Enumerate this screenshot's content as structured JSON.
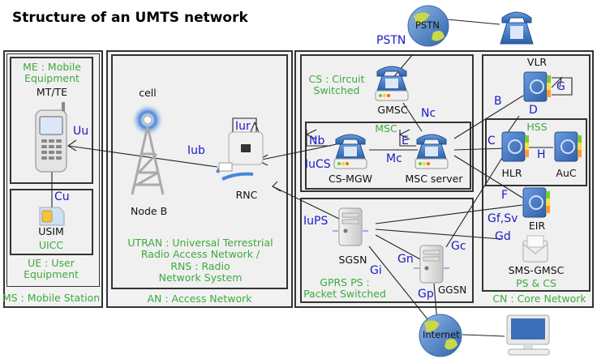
{
  "title": "Structure of an UMTS network",
  "domains": {
    "ms": {
      "label": "MS : Mobile Station"
    },
    "me": {
      "label_line1": "ME : Mobile",
      "label_line2": "Equipment",
      "device": "MT/TE"
    },
    "ue": {
      "label_line1": "UE : User",
      "label_line2": "Equipment"
    },
    "uicc": {
      "usim": "USIM",
      "label": "UICC"
    },
    "an": {
      "label": "AN : Access Network"
    },
    "utran": {
      "line1": "UTRAN : Universal Terrestrial",
      "line2": "Radio Access Network /",
      "line3": "RNS : Radio",
      "line4": "Network System"
    },
    "cs": {
      "line1": "CS : Circuit",
      "line2": "Switched"
    },
    "msc": {
      "label": "MSC"
    },
    "gprs": {
      "line1": "GPRS PS :",
      "line2": "Packet Switched"
    },
    "hss": {
      "label": "HSS"
    },
    "cn": {
      "label": "CN : Core Network",
      "ps_cs": "PS & CS"
    }
  },
  "nodes": {
    "cell": "cell",
    "node_b": "Node B",
    "rnc": "RNC",
    "pstn": "PSTN",
    "gmsc": "GMSC",
    "cs_mgw": "CS-MGW",
    "msc_server": "MSC server",
    "sgsn": "SGSN",
    "ggsn": "GGSN",
    "vlr": "VLR",
    "hlr": "HLR",
    "auc": "AuC",
    "eir": "EIR",
    "sms_gmsc": "SMS-GMSC",
    "internet": "Internet"
  },
  "interfaces": {
    "uu": "Uu",
    "cu": "Cu",
    "iub": "Iub",
    "iur": "Iur",
    "pstn": "PSTN",
    "nc": "Nc",
    "nb": "Nb",
    "e": "E",
    "iucs": "IuCS",
    "mc": "Mc",
    "b": "B",
    "d": "D",
    "g": "G",
    "c": "C",
    "h": "H",
    "f": "F",
    "gfsv": "Gf,Sv",
    "gd": "Gd",
    "gc": "Gc",
    "iups": "IuPS",
    "gn": "Gn",
    "gi": "Gi",
    "gp": "Gp"
  },
  "colors": {
    "domain_label": "#3daa3d",
    "interface_label": "#1a1ac8",
    "box_border": "#333333",
    "box_fill": "#f2f2f2"
  }
}
